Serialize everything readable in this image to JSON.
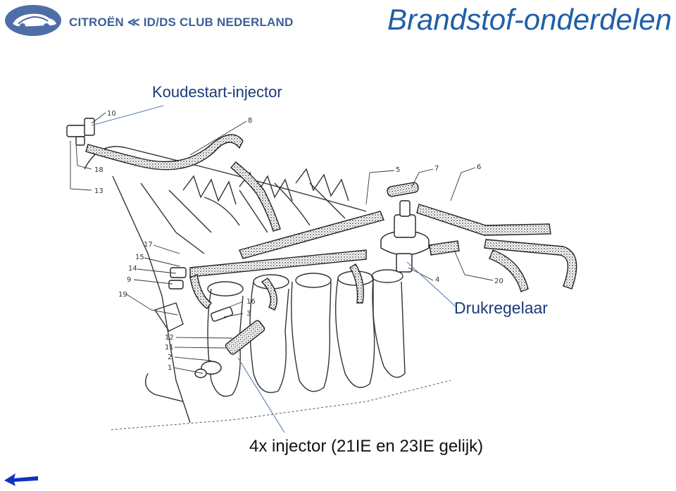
{
  "header": {
    "logo_alt": "car-logo-icon",
    "club_name": "CITROËN ≪ ID/DS CLUB NEDERLAND",
    "title": "Brandstof-onderdelen"
  },
  "callouts": {
    "cold_start": "Koudestart-injector",
    "pressure_regulator": "Drukregelaar",
    "injector": "4x injector (21IE en 23IE gelijk)"
  },
  "part_numbers": [
    "10",
    "8",
    "18",
    "13",
    "5",
    "7",
    "6",
    "17",
    "15",
    "14",
    "9",
    "19",
    "16",
    "3",
    "12",
    "11",
    "2",
    "1",
    "4",
    "20"
  ],
  "colors": {
    "title_blue": "#1f5fa6",
    "club_blue": "#3d5f99",
    "leader_line": "#5a7fb5",
    "back_arrow": "#1030c0"
  },
  "nav": {
    "back_icon": "back-arrow-icon"
  }
}
